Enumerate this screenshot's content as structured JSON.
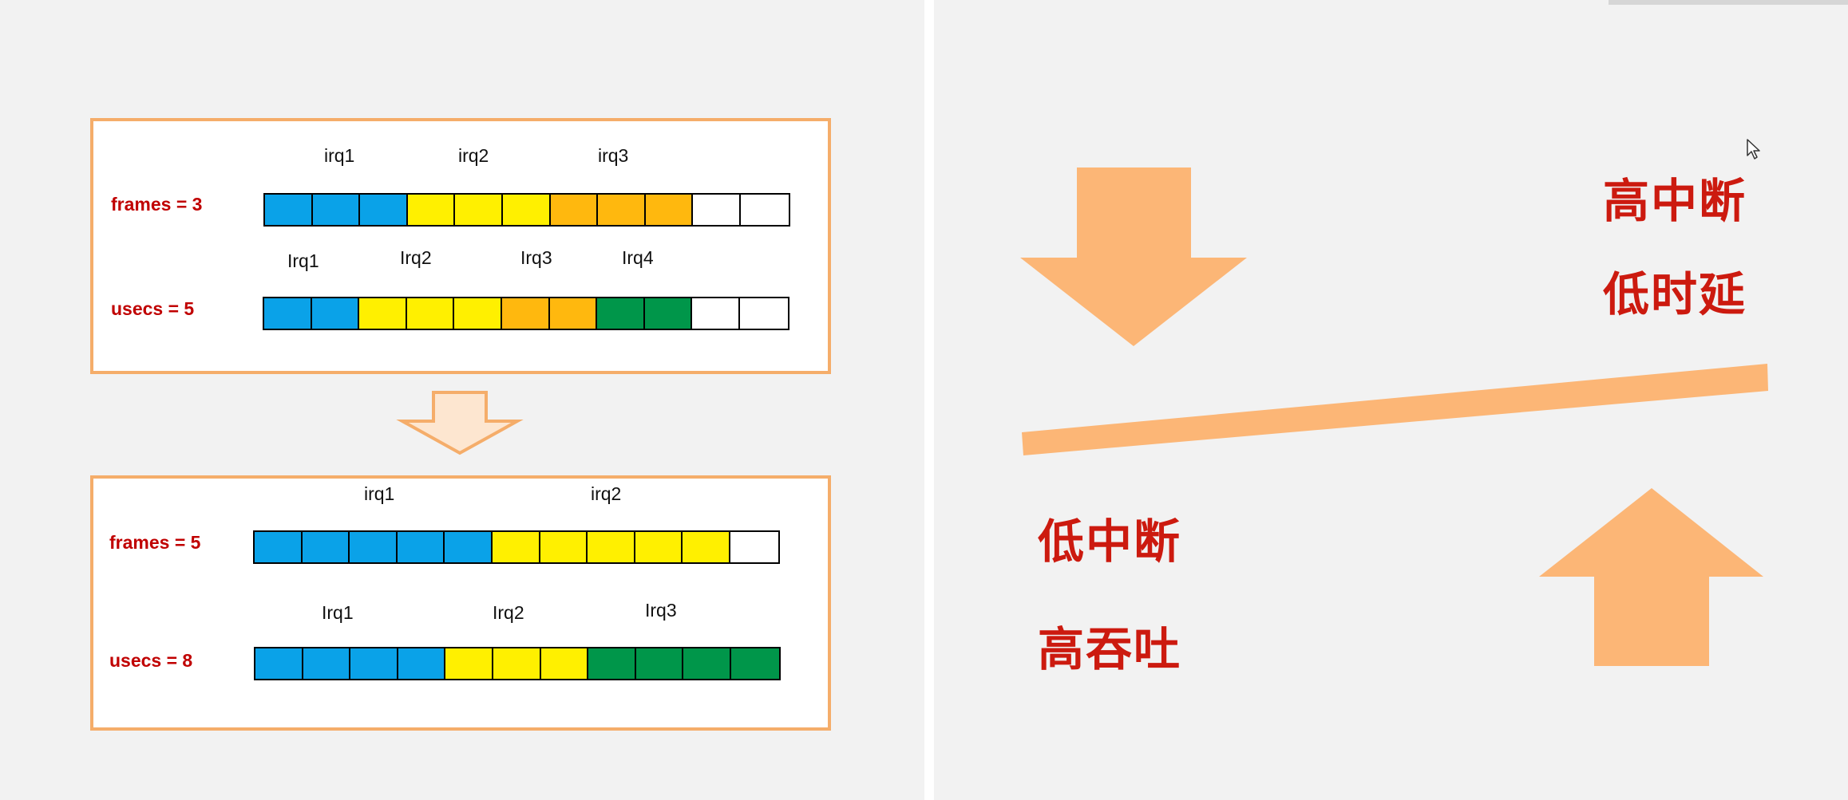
{
  "colors": {
    "blue": "#0aa2e8",
    "yellow": "#fff000",
    "orange": "#ffb80e",
    "green": "#00964a",
    "empty": "#ffffff",
    "box_border": "#f5ad6a",
    "arrow": "#fcb676",
    "label_red": "#c00000",
    "cn_red": "#cc1a0f"
  },
  "diagram": {
    "top_box": {
      "frames_row": {
        "param": "frames = 3",
        "irq_labels": [
          "irq1",
          "irq2",
          "irq3"
        ],
        "cells": [
          "blue",
          "blue",
          "blue",
          "yellow",
          "yellow",
          "yellow",
          "orange",
          "orange",
          "orange",
          "empty",
          "empty"
        ]
      },
      "usecs_row": {
        "param": "usecs = 5",
        "irq_labels": [
          "Irq1",
          "Irq2",
          "Irq3",
          "Irq4"
        ],
        "cells": [
          "blue",
          "blue",
          "yellow",
          "yellow",
          "yellow",
          "orange",
          "orange",
          "green",
          "green",
          "empty",
          "empty"
        ]
      }
    },
    "bottom_box": {
      "frames_row": {
        "param": "frames = 5",
        "irq_labels": [
          "irq1",
          "irq2"
        ],
        "cells": [
          "blue",
          "blue",
          "blue",
          "blue",
          "blue",
          "yellow",
          "yellow",
          "yellow",
          "yellow",
          "yellow",
          "empty"
        ]
      },
      "usecs_row": {
        "param": "usecs = 8",
        "irq_labels": [
          "Irq1",
          "Irq2",
          "Irq3"
        ],
        "cells": [
          "blue",
          "blue",
          "blue",
          "blue",
          "yellow",
          "yellow",
          "yellow",
          "green",
          "green",
          "green",
          "green"
        ]
      }
    }
  },
  "tradeoff": {
    "high_side": [
      "高中断",
      "低时延"
    ],
    "low_side": [
      "低中断",
      "高吞吐"
    ]
  },
  "icons": {
    "transition_arrow": "down-arrow-icon",
    "big_down_arrow": "down-arrow-icon",
    "big_up_arrow": "up-arrow-icon",
    "cursor": "mouse-cursor-icon"
  }
}
